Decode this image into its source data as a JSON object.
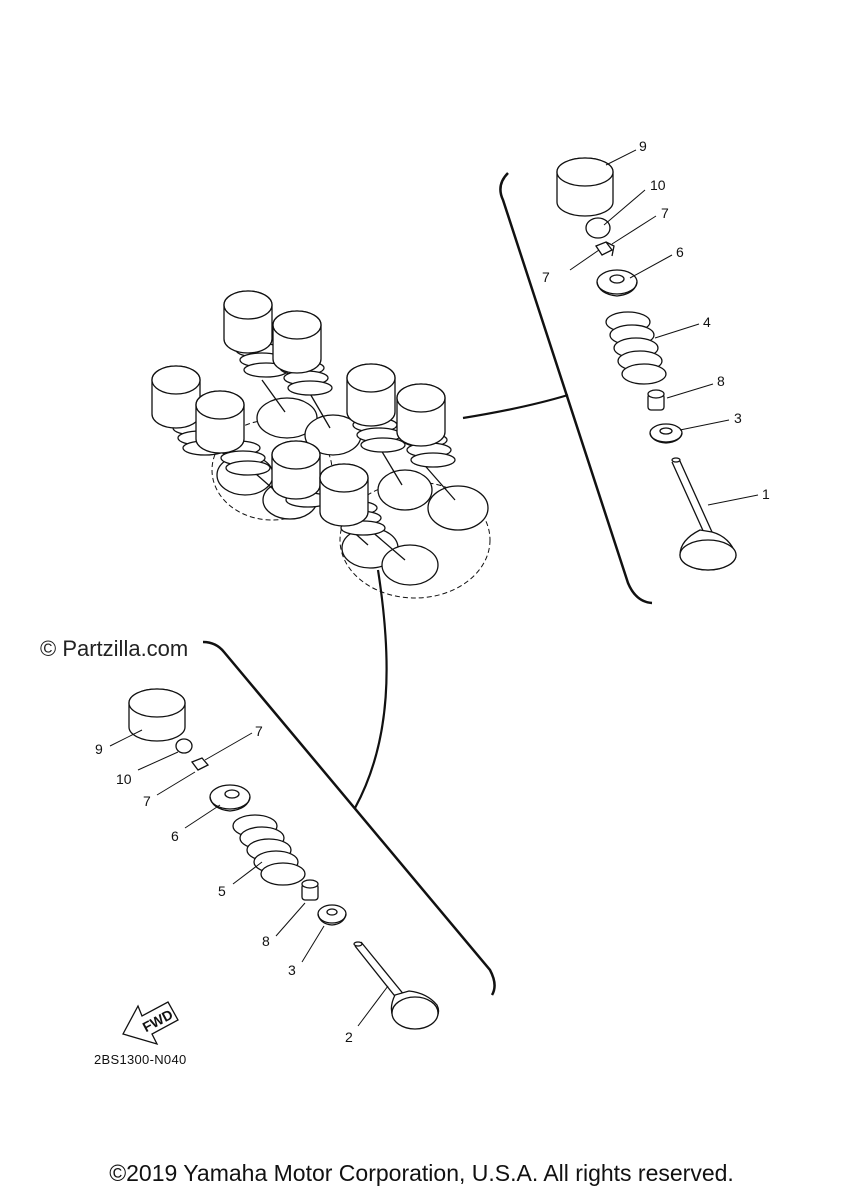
{
  "watermark": "© Partzilla.com",
  "reference_code": "2BS1300-N040",
  "copyright": "©2019 Yamaha Motor Corporation, U.S.A. All rights reserved.",
  "fwd_label": "FWD",
  "upper_callouts": {
    "lifter": "9",
    "pad": "10",
    "keeper_right": "7",
    "keeper_left": "7",
    "retainer": "6",
    "spring": "4",
    "seal": "8",
    "seat": "3",
    "valve": "1"
  },
  "lower_callouts": {
    "lifter": "9",
    "pad": "10",
    "keeper_right": "7",
    "keeper_left": "7",
    "retainer": "6",
    "spring": "5",
    "seal": "8",
    "seat": "3",
    "valve": "2"
  }
}
